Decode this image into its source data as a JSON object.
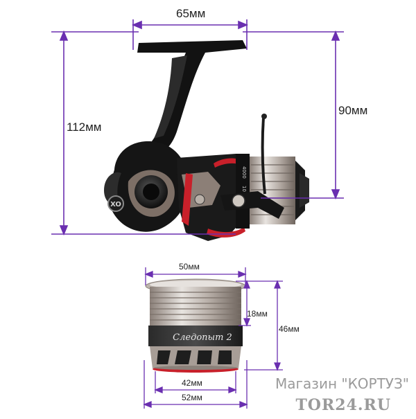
{
  "reel": {
    "width_label": "65мм",
    "height_label": "112мм",
    "line_label": "90мм",
    "side_marks": [
      "4000",
      "10"
    ]
  },
  "spool": {
    "top_width_label": "50мм",
    "upper_height_label": "18мм",
    "total_height_label": "46мм",
    "inner_width_label": "42мм",
    "bottom_width_label": "52мм",
    "brand_text": "Следопыт 2"
  },
  "watermark": {
    "shop": "Магазин \"КОРТУЗ\"",
    "site": "TOR24.RU"
  },
  "colors": {
    "dimension_line": "#6a2fb0",
    "reel_black": "#141414",
    "accent_red": "#c8202a",
    "metal": "#9c9088"
  }
}
